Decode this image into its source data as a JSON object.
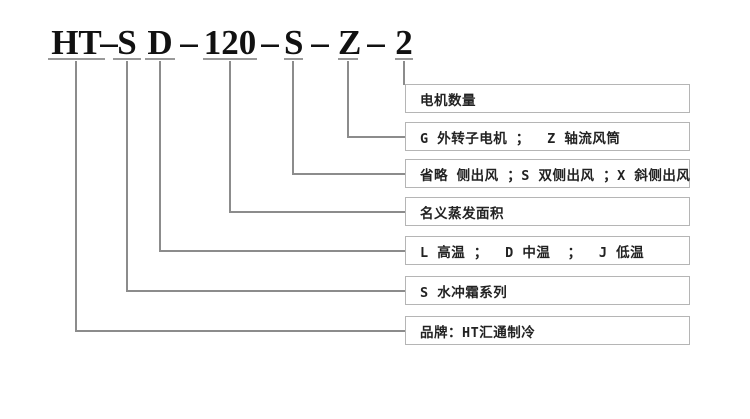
{
  "model_code": {
    "full": "HT-SD-120-S-Z-2",
    "separator": "–",
    "segments": [
      {
        "text": "HT"
      },
      {
        "text": "S"
      },
      {
        "text": "D"
      },
      {
        "text": "120"
      },
      {
        "text": "S"
      },
      {
        "text": "Z"
      },
      {
        "text": "2"
      }
    ]
  },
  "legend": [
    {
      "code_part": "2",
      "label": "电机数量"
    },
    {
      "code_part": "Z",
      "label": "G 外转子电机 ；  Z 轴流风筒"
    },
    {
      "code_part": "S",
      "label": "省略 侧出风 ；S 双侧出风 ；X 斜侧出风"
    },
    {
      "code_part": "120",
      "label": "名义蒸发面积"
    },
    {
      "code_part": "D",
      "label": "L 高温 ；  D 中温  ；  J 低温"
    },
    {
      "code_part": "S",
      "label": "S 水冲霜系列"
    },
    {
      "code_part": "HT",
      "label": "品牌：HT汇通制冷"
    }
  ],
  "colors": {
    "background": "#ffffff",
    "title_text": "#111111",
    "connector_line": "#8c8c8c",
    "underline": "#999999",
    "box_border": "#b5b5b5",
    "box_text": "#222222"
  }
}
